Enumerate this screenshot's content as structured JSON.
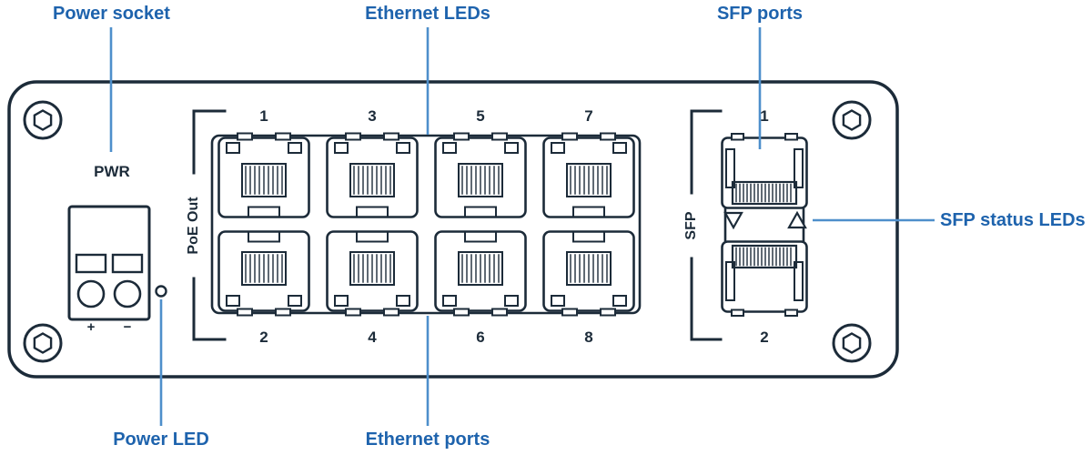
{
  "colors": {
    "outline": "#1C2B39",
    "label": "#1E63AD",
    "line": "#4E8FCB"
  },
  "callouts": {
    "power_socket": "Power socket",
    "ethernet_leds": "Ethernet LEDs",
    "sfp_ports": "SFP ports",
    "sfp_status_leds": "SFP status LEDs",
    "power_led": "Power LED",
    "ethernet_ports": "Ethernet ports"
  },
  "panel": {
    "pwr": "PWR",
    "poe_out": "PoE Out",
    "sfp": "SFP",
    "plus": "+",
    "minus": "−"
  },
  "ethernet": {
    "top_numbers": [
      "1",
      "3",
      "5",
      "7"
    ],
    "bottom_numbers": [
      "2",
      "4",
      "6",
      "8"
    ]
  },
  "sfp": {
    "top_number": "1",
    "bottom_number": "2"
  }
}
